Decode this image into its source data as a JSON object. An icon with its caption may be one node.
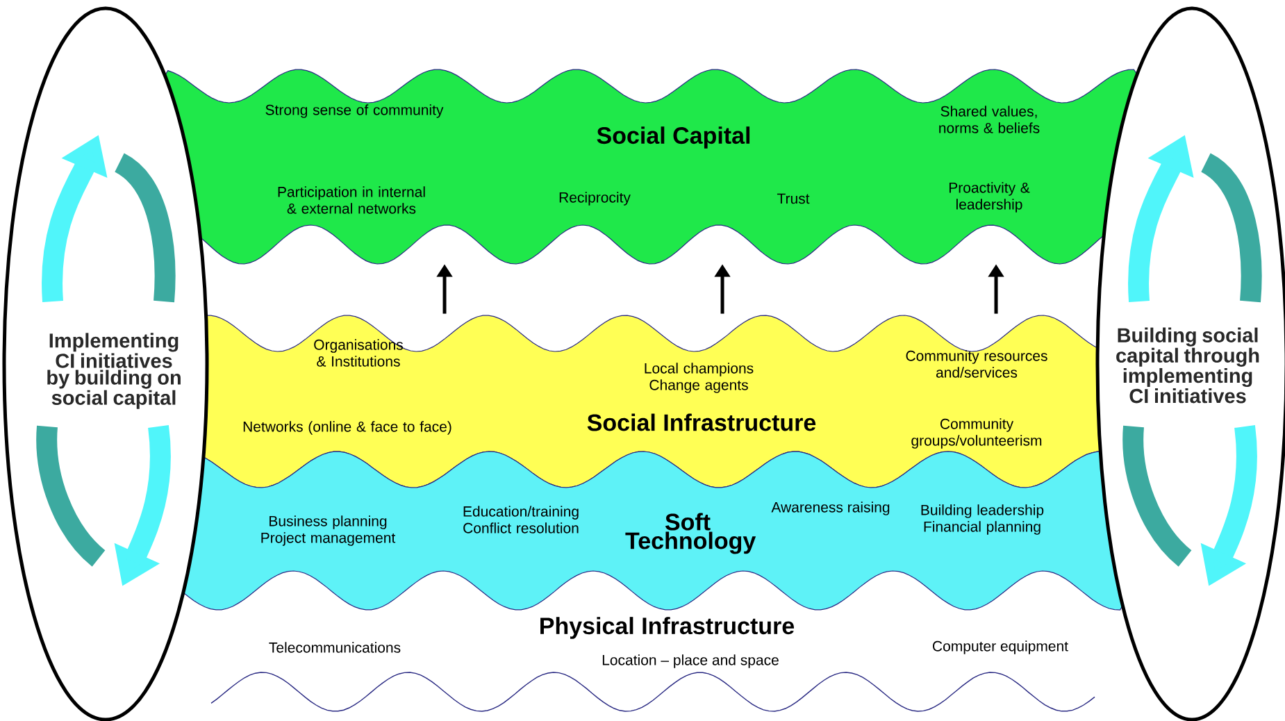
{
  "diagram": {
    "nodes": [
      {
        "text": [
          "Strong sense of community",
          "Social Capital",
          "Shared values, norms & beliefs",
          "Participation in internal & external networks",
          "Reciprocity",
          "Trust",
          "Proactivity & leadership"
        ]
      },
      {
        "text": [
          "Organisations & Institutions",
          "Community resources and/services",
          "Local champions Change agents",
          "Networks (online & face to face)",
          "Social Infrastructure",
          "Community groups/volunteerism"
        ]
      },
      {
        "text": [
          "Business planning Project management",
          "Education/training Conflict resolution",
          "Soft Technology",
          "Awareness raising",
          "Building leadership Financial planning"
        ]
      },
      {
        "text": [
          "Physical Infrastructure",
          "Telecommunications",
          "Location – place and space",
          "Computer equipment"
        ]
      },
      {
        "text": [
          "Implementing CI initiatives by building on social capital"
        ]
      },
      {
        "text": [
          "Building social capital through implementing CI initiatives"
        ]
      }
    ],
    "edges": [
      {
        "from": 1,
        "to": 0,
        "arrow": "to"
      },
      {
        "from": 1,
        "to": 0,
        "arrow": "to"
      },
      {
        "from": 1,
        "to": 0,
        "arrow": "to"
      }
    ]
  }
}
